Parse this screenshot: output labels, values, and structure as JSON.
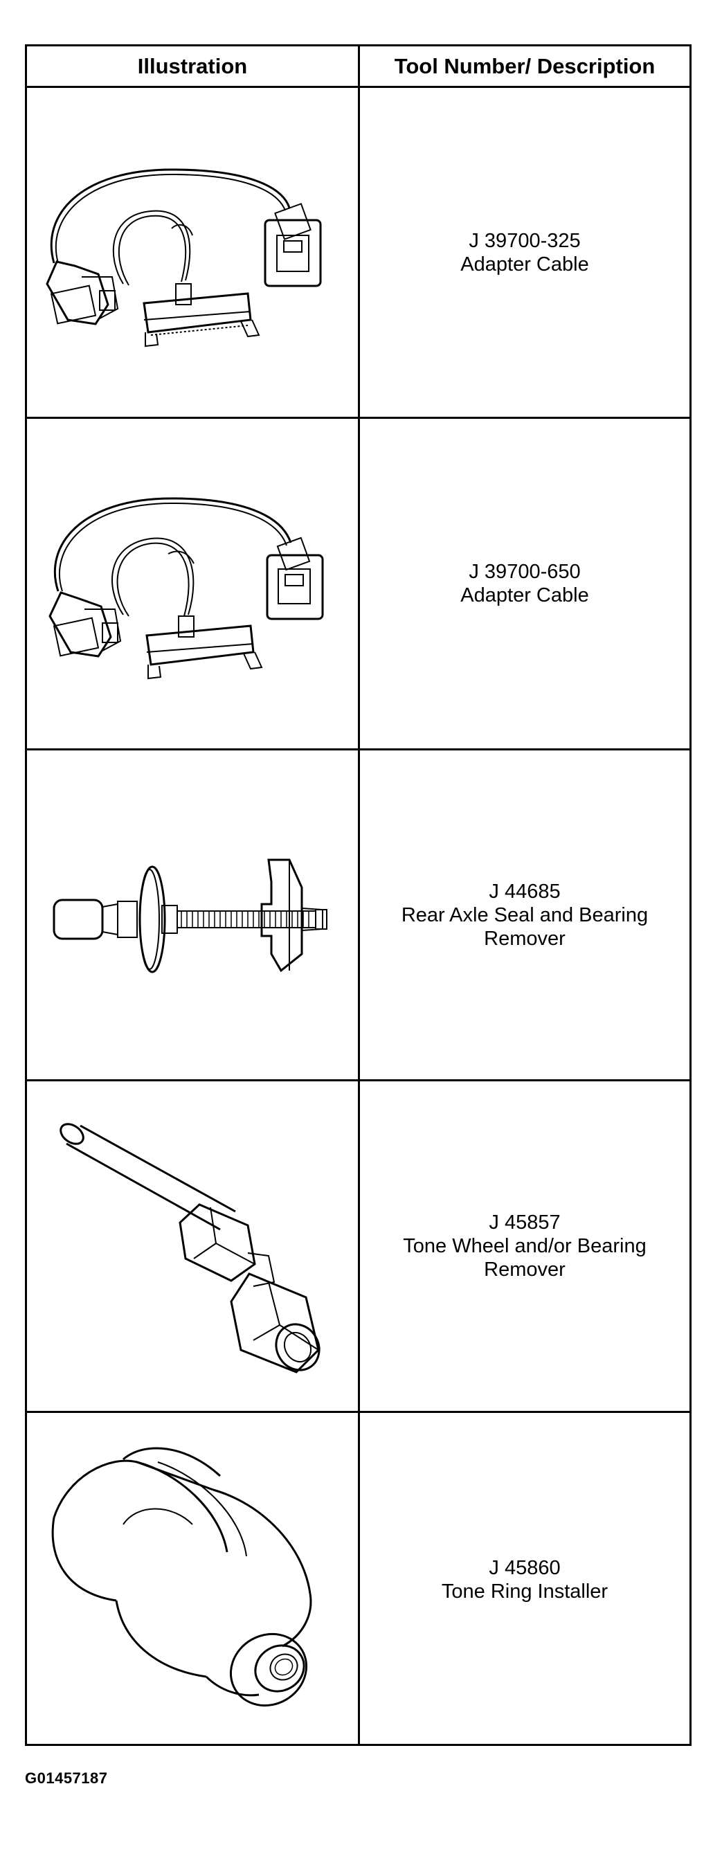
{
  "table": {
    "headers": {
      "illustration": "Illustration",
      "description": "Tool Number/ Description"
    },
    "rows": [
      {
        "tool_number": "J 39700-325",
        "description": [
          "Adapter Cable"
        ],
        "icon": "adapter-cable-icon"
      },
      {
        "tool_number": "J 39700-650",
        "description": [
          "Adapter Cable"
        ],
        "icon": "adapter-cable-icon"
      },
      {
        "tool_number": "J 44685",
        "description": [
          "Rear Axle Seal and Bearing",
          "Remover"
        ],
        "icon": "seal-bearing-remover-icon"
      },
      {
        "tool_number": "J 45857",
        "description": [
          "Tone Wheel and/or Bearing",
          "Remover"
        ],
        "icon": "tone-wheel-remover-icon"
      },
      {
        "tool_number": "J 45860",
        "description": [
          "Tone Ring Installer"
        ],
        "icon": "tone-ring-installer-icon"
      }
    ]
  },
  "footer": {
    "figure_id": "G01457187"
  }
}
